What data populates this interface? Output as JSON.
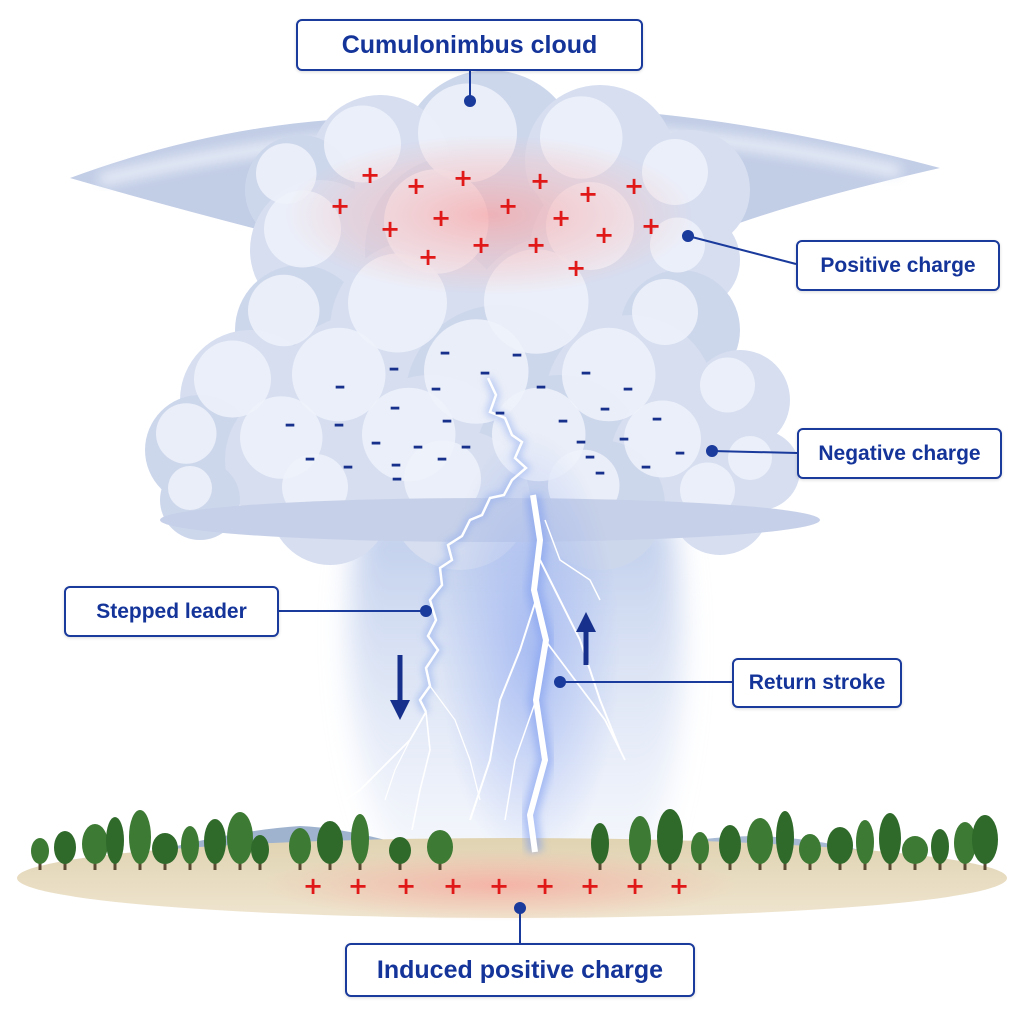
{
  "title": "Cumulonimbus cloud",
  "labels": {
    "positive_charge": "Positive charge",
    "negative_charge": "Negative charge",
    "stepped_leader": "Stepped leader",
    "return_stroke": "Return stroke",
    "induced_positive_charge": "Induced positive charge"
  },
  "symbols": {
    "positive": "+",
    "negative": "–"
  },
  "colors": {
    "label_border": "#1a3a9c",
    "label_text": "#14349a",
    "positive": "#e01818",
    "negative": "#16308c",
    "cloud": "#c9d4ea",
    "lightning": "#ffffff",
    "lightning_glow": "#7d9cf0",
    "ground": "#dccba8",
    "trees": "#2f6a2b"
  },
  "icons": {
    "down_arrow": "arrow-down-icon",
    "up_arrow": "arrow-up-icon"
  }
}
